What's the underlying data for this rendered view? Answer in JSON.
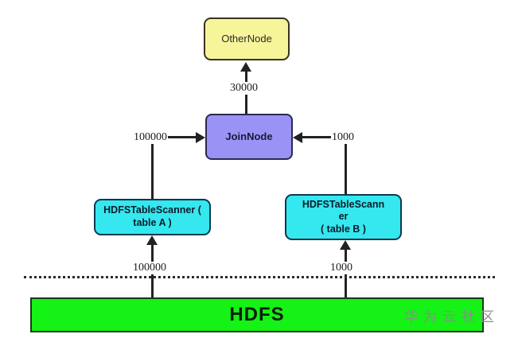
{
  "diagram": {
    "title": "HDFS query plan cost diagram",
    "nodes": {
      "other": {
        "label": "OtherNode",
        "color": "#f7f59a"
      },
      "join": {
        "label": "JoinNode",
        "color": "#9a93f5"
      },
      "scan_a": {
        "label": "HDFSTableScanner ( table A )",
        "color": "#35e7ef"
      },
      "scan_b": {
        "label": "HDFSTableScann\ner\n( table B )",
        "color": "#35e7ef"
      },
      "hdfs": {
        "label": "HDFS",
        "color": "#15f215"
      }
    },
    "edges": {
      "join_to_other": {
        "label": "30000"
      },
      "scan_a_to_join": {
        "label": "100000"
      },
      "scan_b_to_join": {
        "label": "1000"
      },
      "hdfs_to_scan_a": {
        "label": "100000"
      },
      "hdfs_to_scan_b": {
        "label": "1000"
      }
    },
    "separator": {
      "style": "dotted"
    },
    "watermark": {
      "text": "华为云社区",
      "color": "#8c8c8c"
    }
  }
}
